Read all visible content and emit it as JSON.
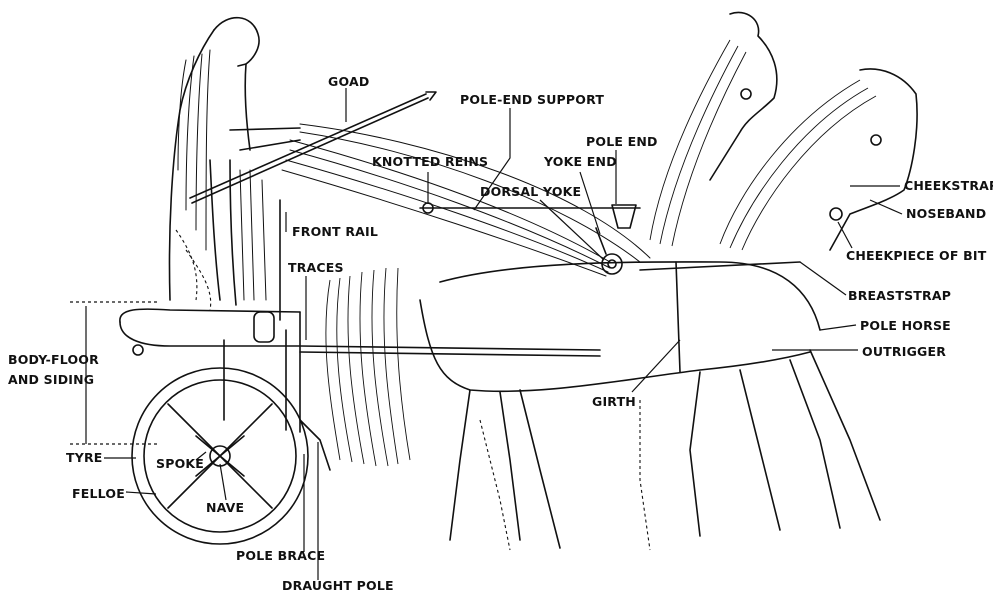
{
  "figure": {
    "labels": {
      "goad": "GOAD",
      "pole_end_support": "POLE-END SUPPORT",
      "pole_end": "POLE END",
      "knotted_reins": "KNOTTED REINS",
      "yoke_end": "YOKE END",
      "dorsal_yoke": "DORSAL YOKE",
      "cheekstrap": "CHEEKSTRAP",
      "noseband": "NOSEBAND",
      "cheekpiece_of_bit": "CHEEKPIECE OF BIT",
      "front_rail": "FRONT RAIL",
      "traces": "TRACES",
      "breaststrap": "BREASTSTRAP",
      "pole_horse": "POLE HORSE",
      "outrigger": "OUTRIGGER",
      "body_floor_line1": "BODY-FLOOR",
      "body_floor_line2": "AND SIDING",
      "girth": "GIRTH",
      "tyre": "TYRE",
      "spoke": "SPOKE",
      "felloe": "FELLOE",
      "nave": "NAVE",
      "pole_brace": "POLE BRACE",
      "draught_pole": "DRAUGHT POLE"
    }
  }
}
